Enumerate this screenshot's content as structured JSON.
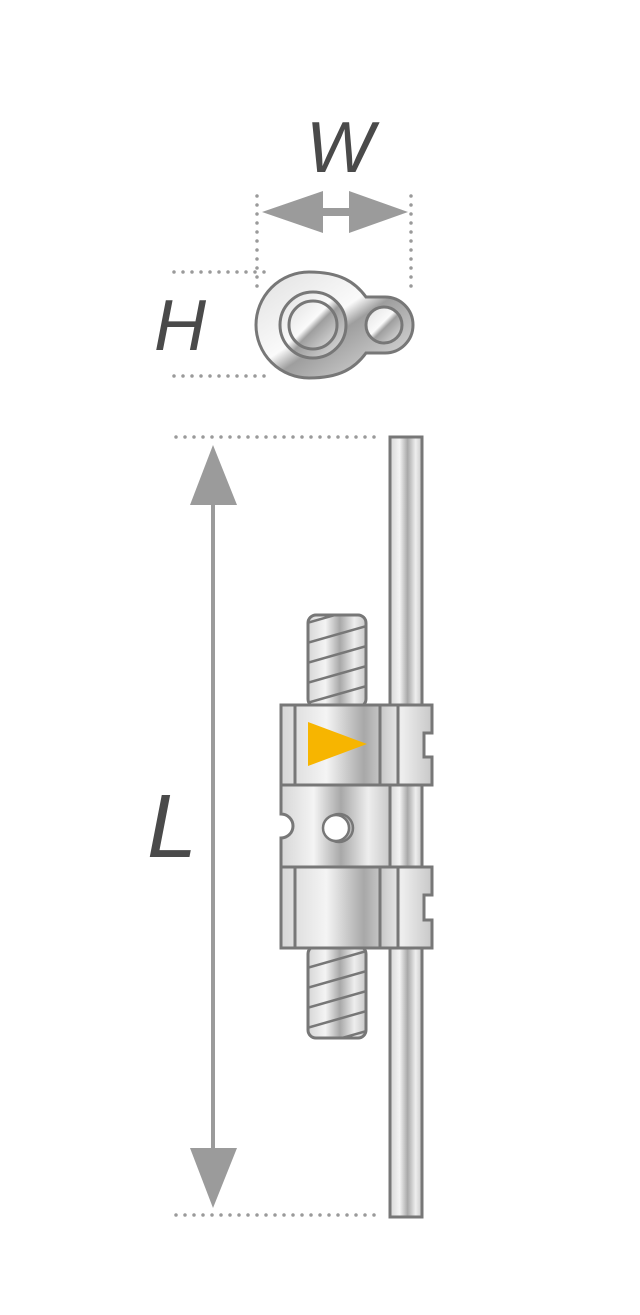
{
  "labels": {
    "width": "W",
    "height": "H",
    "length": "L"
  },
  "colors": {
    "arrow": "#9b9b9b",
    "marker": "#F7B500",
    "outline": "#777777",
    "text": "#4a4a4a"
  }
}
